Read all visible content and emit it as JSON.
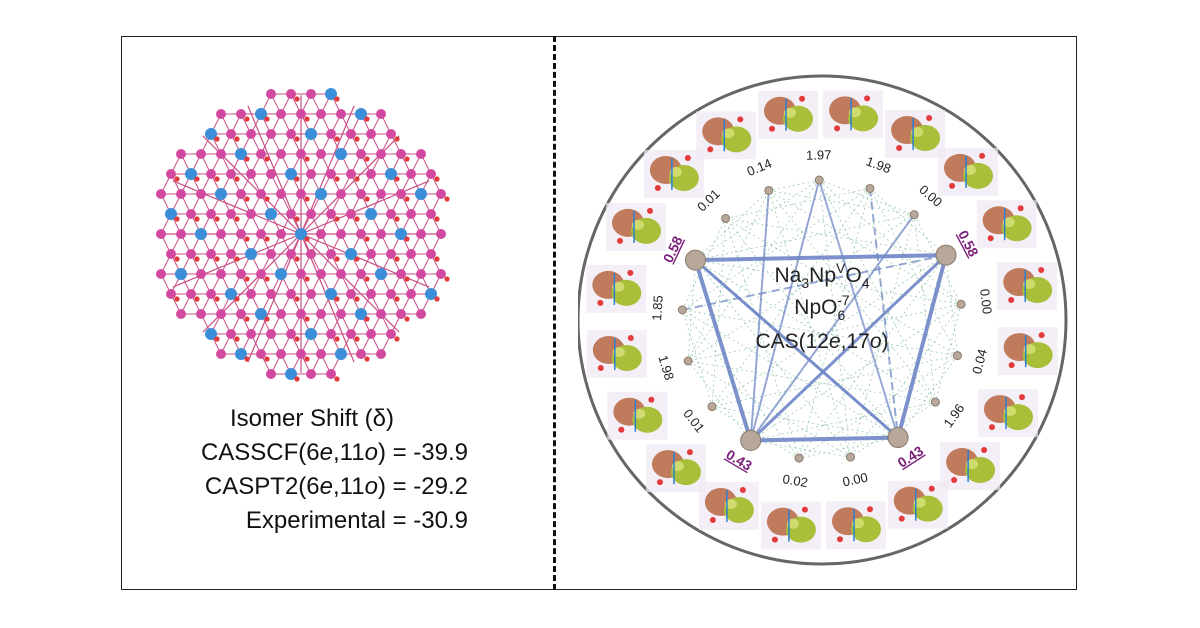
{
  "left": {
    "title": "Isomer Shift (δ)",
    "rows": [
      {
        "method": "CASSCF",
        "space_prefix": "(6",
        "e": "e",
        "mid": ",11",
        "o": "o",
        "suffix": ") = -39.9"
      },
      {
        "method": "CASPT2",
        "space_prefix": "(6",
        "e": "e",
        "mid": ",11",
        "o": "o",
        "suffix": ") = -29.2"
      }
    ],
    "experimental": "Experimental = -30.9"
  },
  "right": {
    "formula": {
      "a": "Na",
      "s1": "3",
      "b": "Np",
      "sup": "V",
      "c": "O",
      "s2": "4"
    },
    "fragment": {
      "a": "NpO",
      "sub": "6",
      "sup": "-7"
    },
    "cas": {
      "pre": "CAS(12",
      "e": "e",
      "mid": ",17",
      "o": "o",
      "post": ")"
    },
    "occupations": [
      "1.97",
      "1.98",
      "0.00",
      "0.58",
      "0.00",
      "0.04",
      "1.96",
      "0.43",
      "0.00",
      "0.02",
      "0.43",
      "0.01",
      "1.98",
      "1.85",
      "0.58",
      "0.01",
      "0.14"
    ],
    "highlight_color": "#7a1f7a",
    "bond_color": "#6f86c6"
  }
}
